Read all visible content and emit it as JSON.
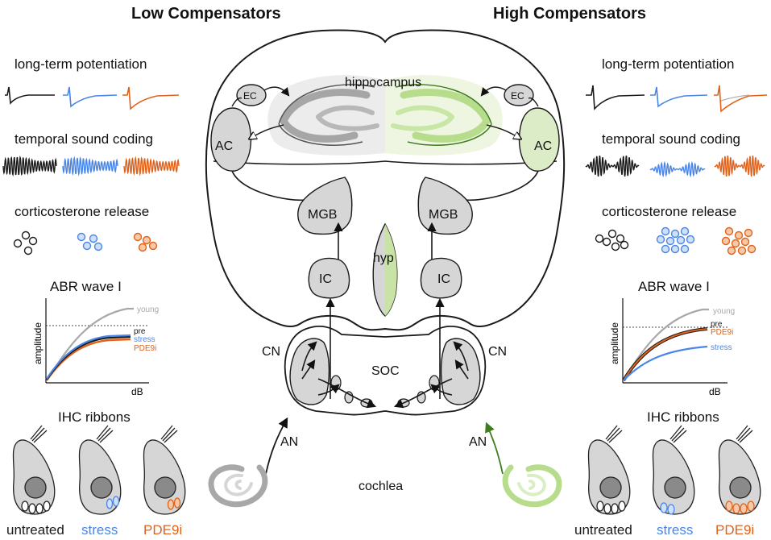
{
  "titles": {
    "left": "Low Compensators",
    "right": "High Compensators"
  },
  "sections": {
    "ltp": "long-term potentiation",
    "temporal": "temporal sound coding",
    "cort": "corticosterone release",
    "abr": "ABR wave I",
    "ihc": "IHC ribbons"
  },
  "abr_axes": {
    "y": "amplitude",
    "x": "dB"
  },
  "abr_left_labels": {
    "young": "young",
    "pre": "pre",
    "stress": "stress",
    "pde9i": "PDE9i"
  },
  "abr_right_labels": {
    "young": "young",
    "pre": "pre",
    "pde9i": "PDE9i",
    "stress": "stress"
  },
  "conditions": {
    "untreated": "untreated",
    "stress": "stress",
    "pde9i": "PDE9i"
  },
  "brain_labels": {
    "hippocampus": "hippocampus",
    "ec": "EC",
    "ac": "AC",
    "mgb": "MGB",
    "hyp": "hyp",
    "ic": "IC",
    "cn": "CN",
    "soc": "SOC",
    "an": "AN",
    "cochlea": "cochlea"
  },
  "colors": {
    "untreated": "#1a1a1a",
    "stress": "#4a86e8",
    "pde9i": "#e0621b",
    "young": "#a8a8a8",
    "green": "#b6dc8c",
    "gray_fill": "#d6d6d6"
  }
}
